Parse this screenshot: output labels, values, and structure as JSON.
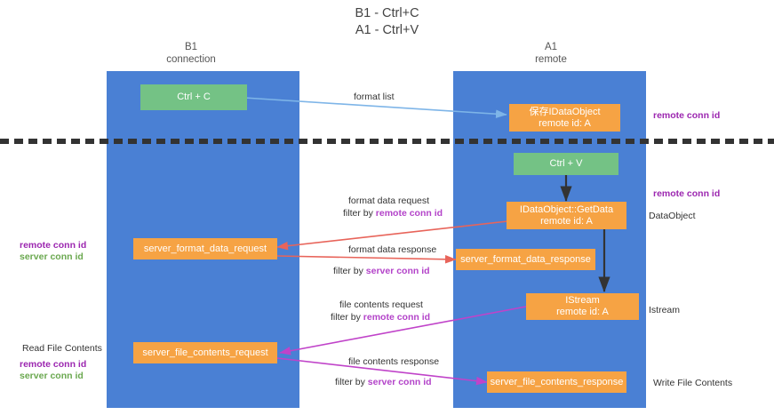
{
  "title": "B1 - Ctrl+C\nA1 - Ctrl+V",
  "columns": {
    "left": "B1\nconnection",
    "right": "A1\nremote"
  },
  "colors": {
    "lane": "#4a80d4",
    "box_orange": "#f6a344",
    "box_green": "#74c285",
    "remote_conn_id": "#9c27b0",
    "server_conn_id": "#6aa84f",
    "arrow_format_list": "#7eb5e8",
    "arrow_format_data": "#e8645a",
    "arrow_file_contents": "#c043c9",
    "arrow_internal": "#333333",
    "divider": "#333333"
  },
  "boxes": {
    "ctrl_c": "Ctrl + C",
    "save_dataobject": "保存IDataObject\nremote id: A",
    "ctrl_v": "Ctrl + V",
    "idataobject_getdata": "IDataObject::GetData\nremote id: A",
    "server_format_data_request": "server_format_data_request",
    "server_format_data_response": "server_format_data_response",
    "istream": "IStream\nremote id: A",
    "server_file_contents_request": "server_file_contents_request",
    "server_file_contents_response": "server_file_contents_response"
  },
  "flow_labels": {
    "format_list": "format list",
    "format_data_request": "format data request",
    "format_data_request_filter_prefix": "filter by ",
    "format_data_request_filter_key": "remote conn id",
    "format_data_response": "format data response",
    "format_data_response_filter_prefix": "filter by ",
    "format_data_response_filter_key": "server conn id",
    "file_contents_request": "file contents request",
    "file_contents_request_filter_prefix": "filter by ",
    "file_contents_request_filter_key": "remote conn id",
    "file_contents_response": "file contents response",
    "file_contents_response_filter_prefix": "filter by ",
    "file_contents_response_filter_key": "server conn id"
  },
  "side_labels": {
    "right_remote_conn_id_top": "remote conn id",
    "right_remote_conn_id_mid": "remote conn id",
    "right_dataobject": "DataObject",
    "right_istream": "Istream",
    "right_write_file_contents": "Write File Contents",
    "left_remote_conn_id_mid": "remote conn id",
    "left_server_conn_id_mid": "server conn id",
    "left_read_file_contents": "Read File Contents",
    "left_remote_conn_id_bottom": "remote conn id",
    "left_server_conn_id_bottom": "server conn id"
  }
}
